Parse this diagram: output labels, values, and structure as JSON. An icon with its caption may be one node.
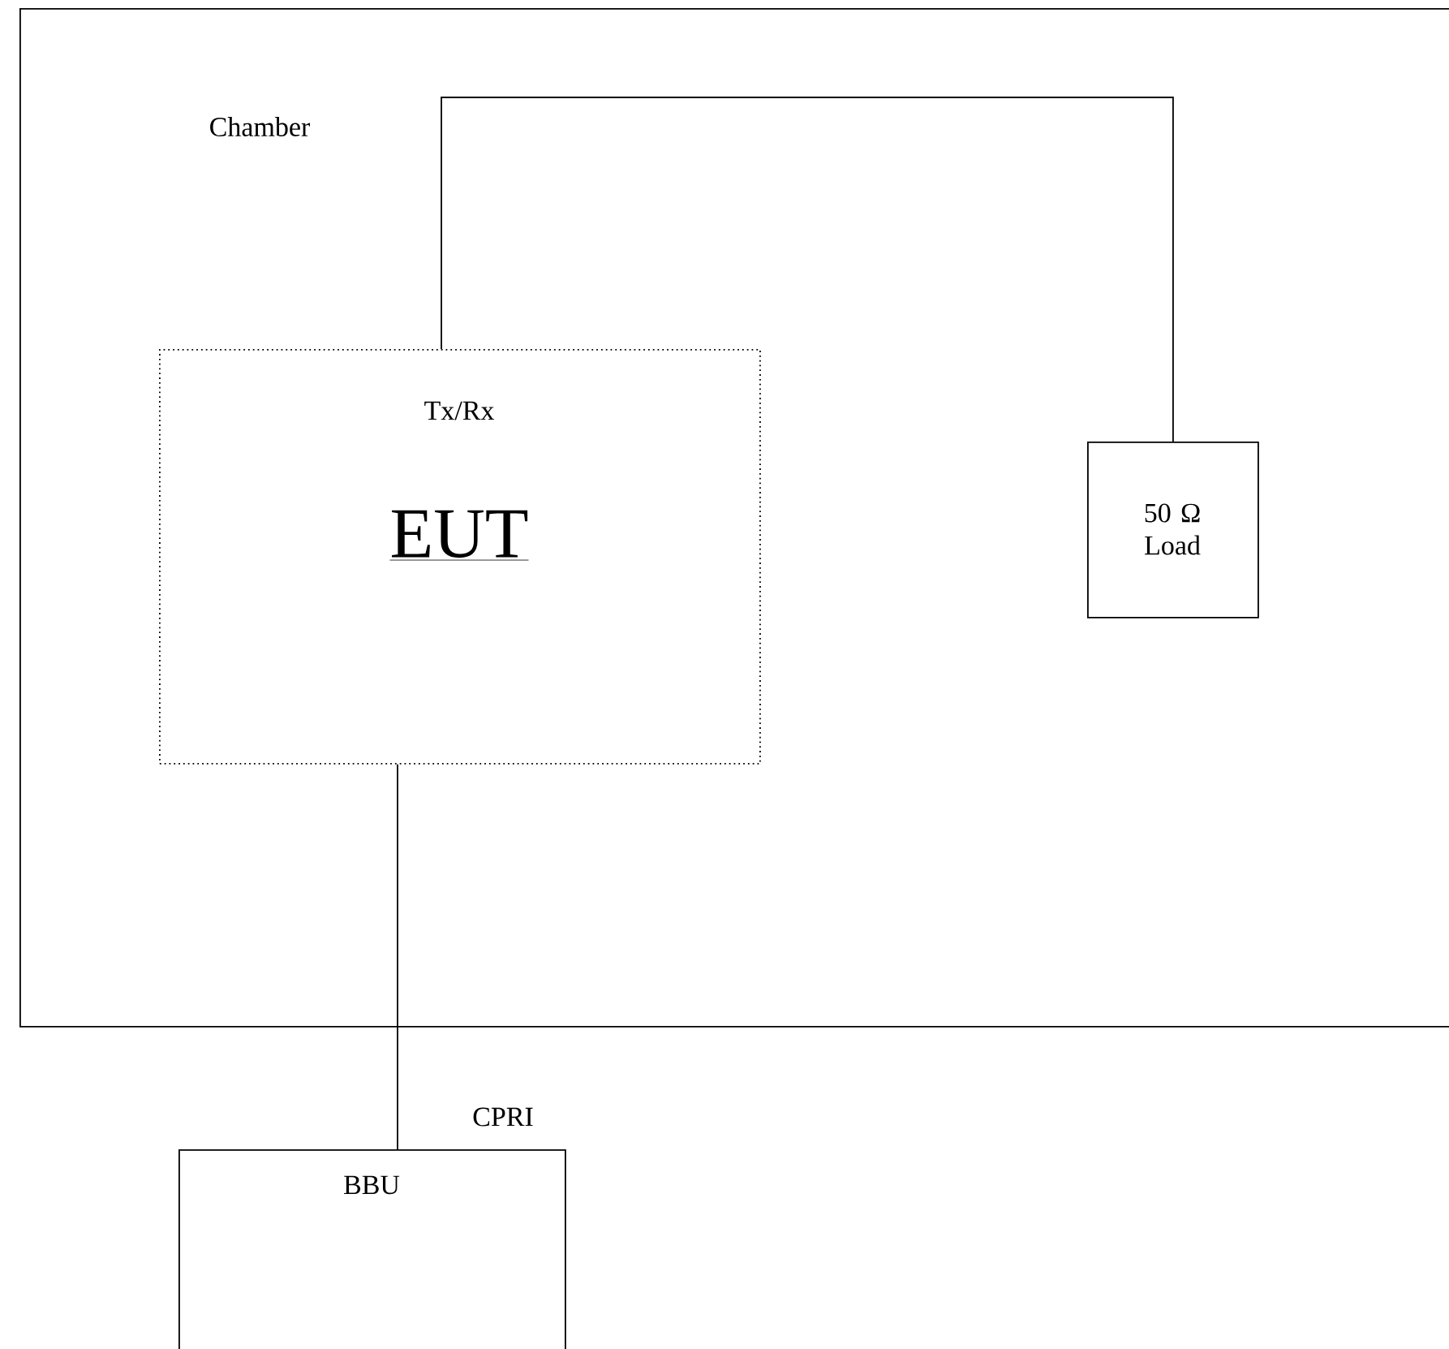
{
  "diagram": {
    "nodes": [
      {
        "text": [
          "Chamber"
        ]
      },
      {
        "text": [
          "Tx/Rx",
          "EUT"
        ],
        "in": 0
      },
      {
        "text": [
          "50 Ω Load"
        ],
        "in": 0
      },
      {
        "text": [
          "BBU"
        ]
      }
    ],
    "edges": [
      {
        "from": 1,
        "to": 2,
        "arrow": "none"
      },
      {
        "from": 1,
        "to": 3,
        "arrow": "none",
        "label": "CPRI"
      }
    ]
  }
}
